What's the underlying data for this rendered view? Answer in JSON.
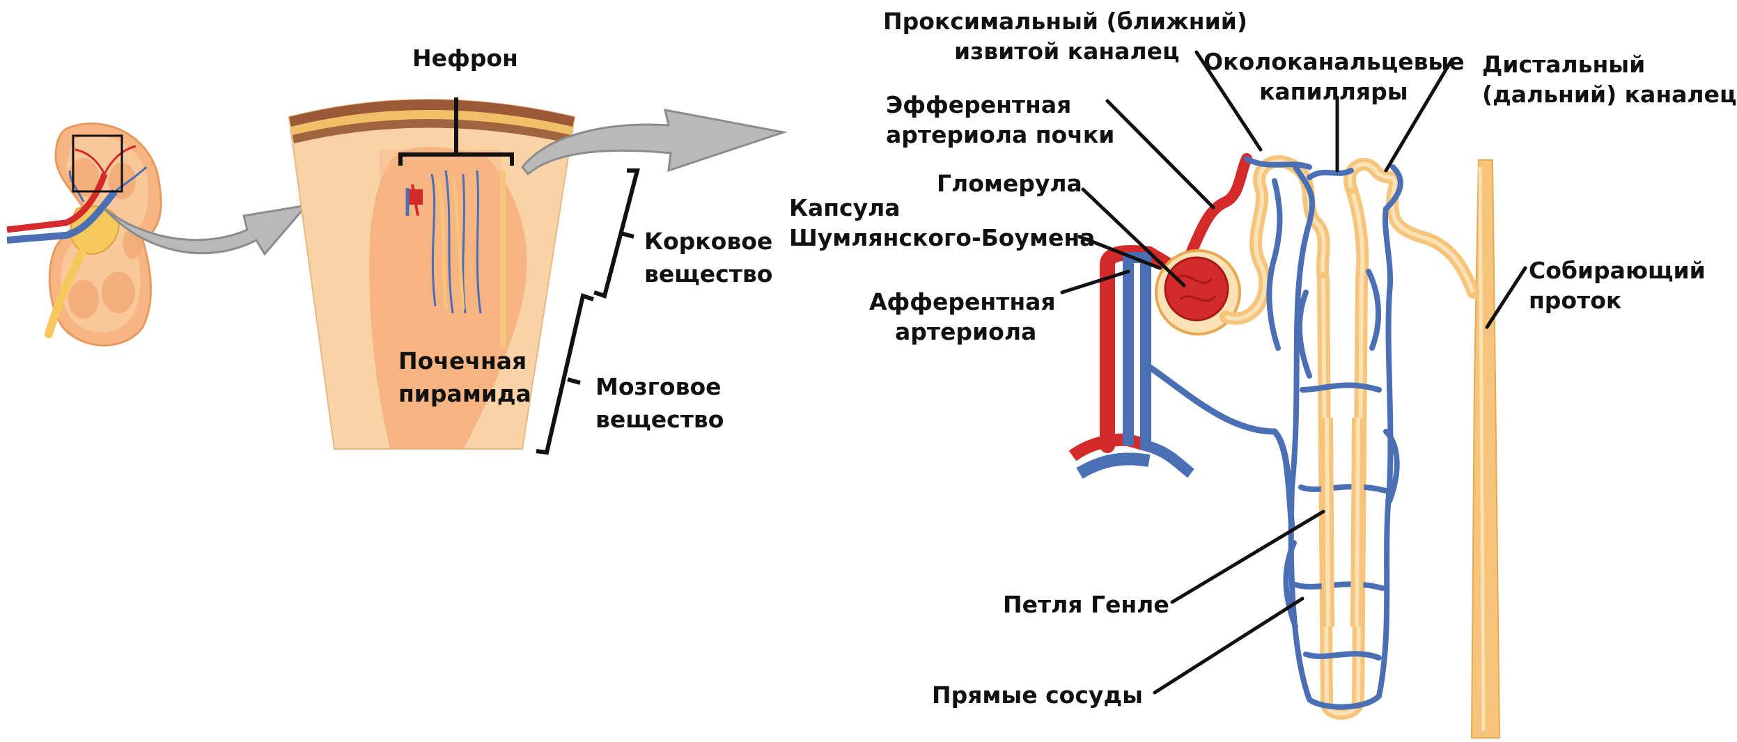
{
  "labels": {
    "nephron": "Нефрон",
    "cortex_l1": "Корковое",
    "cortex_l2": "вещество",
    "medulla_l1": "Мозговое",
    "medulla_l2": "вещество",
    "pyramid_l1": "Почечная",
    "pyramid_l2": "пирамида",
    "proximal_l1": "Проксимальный (ближний)",
    "proximal_l2": "извитой каналец",
    "peritubular_l1": "Околоканальцевые",
    "peritubular_l2": "капилляры",
    "distal_l1": "Дистальный",
    "distal_l2": "(дальний) каналец",
    "efferent_l1": "Эфферентная",
    "efferent_l2": "артериола почки",
    "glomerulus": "Гломерула",
    "capsule_l1": "Капсула",
    "capsule_l2": "Шумлянского-Боумена",
    "afferent_l1": "Афферентная",
    "afferent_l2": "артериола",
    "collecting_l1": "Собирающий",
    "collecting_l2": "проток",
    "henle": "Петля Генле",
    "vasa_recta": "Прямые сосуды"
  },
  "colors": {
    "artery": "#d42a2a",
    "vein": "#4a6fb5",
    "tubule": "#f6c47a",
    "tubule_light": "#fbe2b5",
    "tissue": "#f9d2a6",
    "cortex_band": "#9a5a35",
    "arrow": "#b9b9b9"
  }
}
